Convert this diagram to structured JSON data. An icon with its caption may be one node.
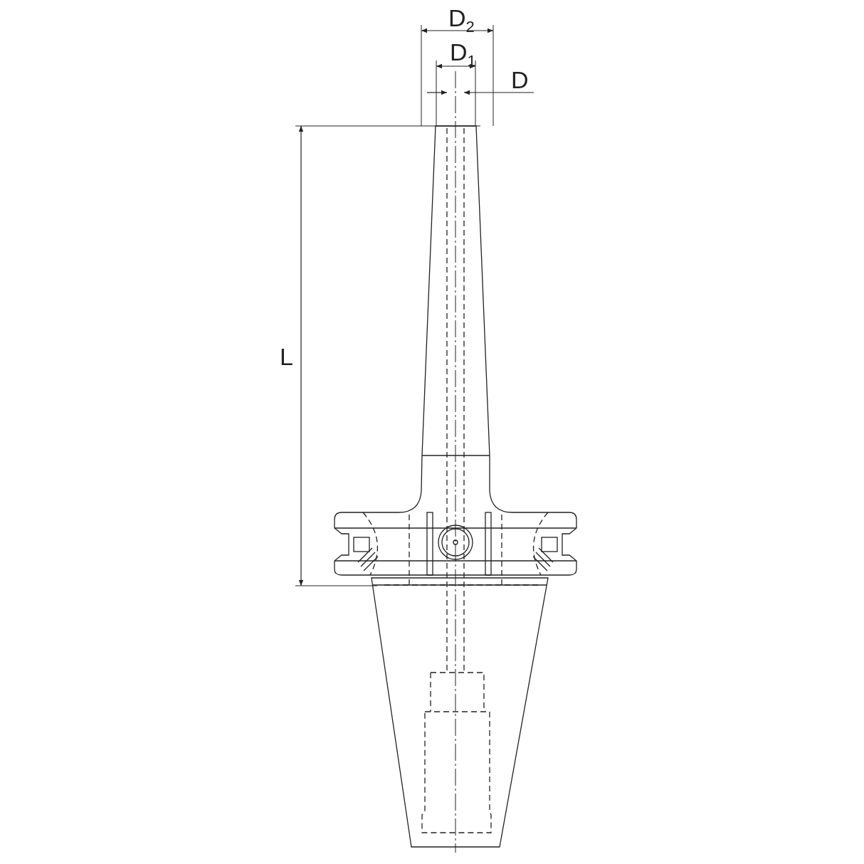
{
  "diagram": {
    "labels": [
      "D$_{2}$",
      "D$_{1}$",
      "D",
      "L"
    ]
  }
}
